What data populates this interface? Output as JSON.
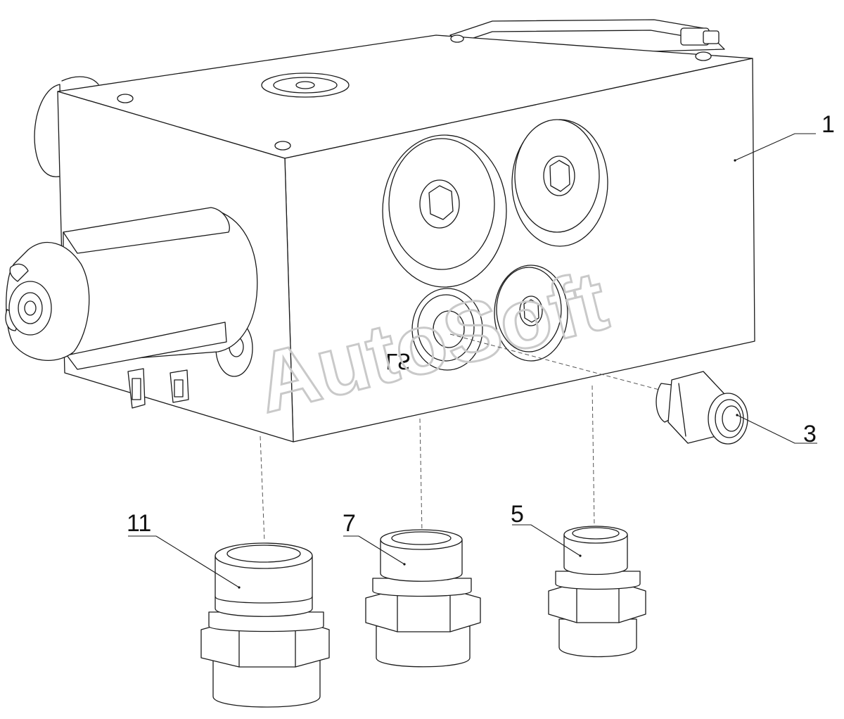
{
  "callouts": {
    "part_1": "1",
    "part_3": "3",
    "part_5": "5",
    "part_7": "7",
    "part_11": "11"
  },
  "port_marking": "LS",
  "watermark": "AutoSoft"
}
